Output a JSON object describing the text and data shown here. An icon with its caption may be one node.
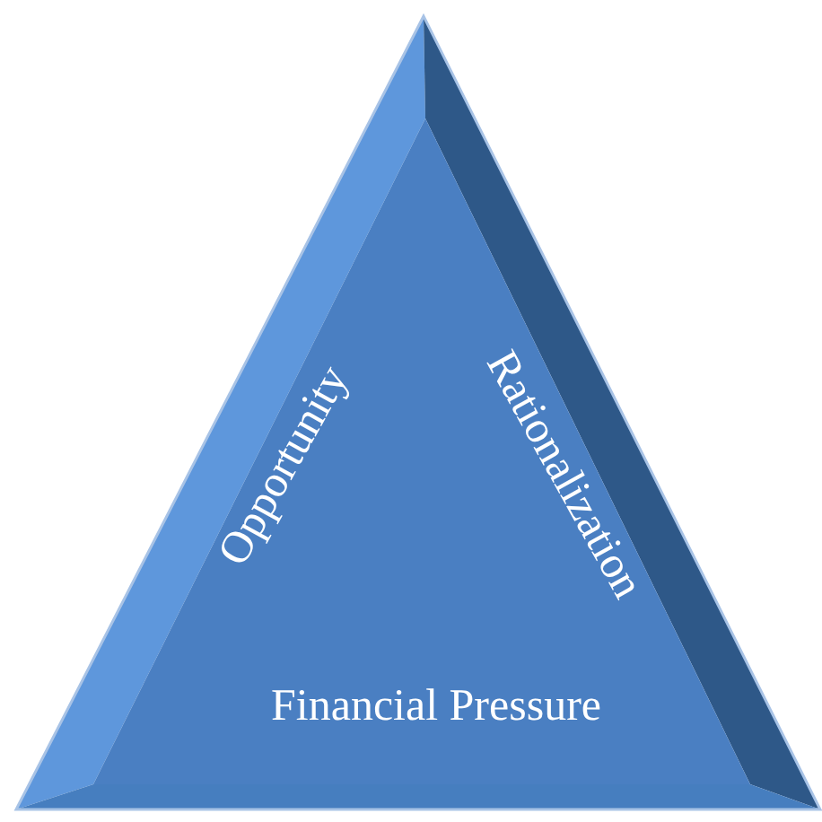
{
  "diagram": {
    "nodes": [
      {
        "text": [
          "Opportunity",
          "Rationalization",
          "Financial Pressure"
        ]
      }
    ]
  }
}
